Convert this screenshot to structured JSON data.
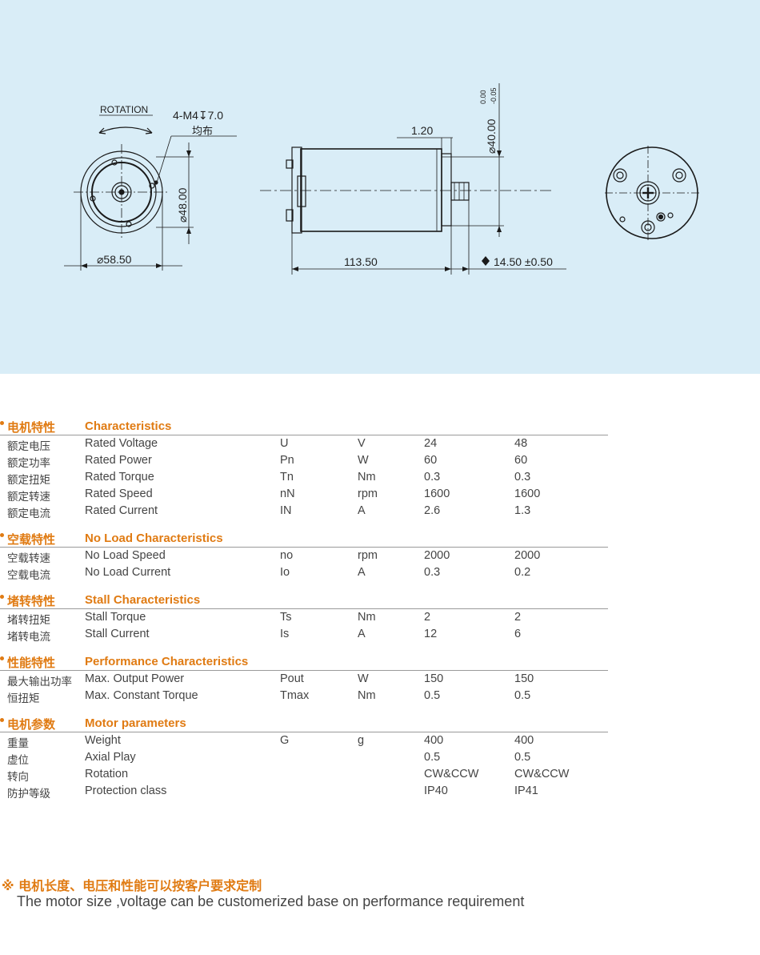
{
  "drawing": {
    "rotation_label": "ROTATION",
    "hole_spec": "4-M4↧7.0",
    "hole_note": "均布",
    "dia_flange": "⌀58.50",
    "dia_pcd": "⌀48.00",
    "dim_step": "1.20",
    "dim_shaft_dia": "⌀40.00",
    "tol_upper": "0.00",
    "tol_lower": "-0.05",
    "dim_length": "113.50",
    "dim_shaft_len": "14.50 ±0.50"
  },
  "sections": [
    {
      "cn": "电机特性",
      "en": "Characteristics",
      "rows": [
        {
          "cn": "额定电压",
          "en": "Rated Voltage",
          "sym": "U",
          "unit": "V",
          "v1": "24",
          "v2": "48"
        },
        {
          "cn": "额定功率",
          "en": "Rated Power",
          "sym": "Pn",
          "unit": "W",
          "v1": "60",
          "v2": "60"
        },
        {
          "cn": "额定扭矩",
          "en": "Rated Torque",
          "sym": "Tn",
          "unit": "Nm",
          "v1": "0.3",
          "v2": "0.3"
        },
        {
          "cn": "额定转速",
          "en": "Rated Speed",
          "sym": "nN",
          "unit": "rpm",
          "v1": "1600",
          "v2": "1600"
        },
        {
          "cn": "额定电流",
          "en": "Rated Current",
          "sym": "IN",
          "unit": "A",
          "v1": "2.6",
          "v2": "1.3"
        }
      ]
    },
    {
      "cn": "空载特性",
      "en": "No Load Characteristics",
      "rows": [
        {
          "cn": "空载转速",
          "en": "No Load Speed",
          "sym": "no",
          "unit": "rpm",
          "v1": "2000",
          "v2": "2000"
        },
        {
          "cn": "空载电流",
          "en": "No Load Current",
          "sym": "Io",
          "unit": "A",
          "v1": "0.3",
          "v2": "0.2"
        }
      ]
    },
    {
      "cn": "堵转特性",
      "en": "Stall Characteristics",
      "rows": [
        {
          "cn": "堵转扭矩",
          "en": "Stall Torque",
          "sym": "Ts",
          "unit": "Nm",
          "v1": "2",
          "v2": "2"
        },
        {
          "cn": "堵转电流",
          "en": "Stall Current",
          "sym": "Is",
          "unit": "A",
          "v1": "12",
          "v2": "6"
        }
      ]
    },
    {
      "cn": "性能特性",
      "en": "Performance Characteristics",
      "rows": [
        {
          "cn": "最大输出功率",
          "en": "Max. Output Power",
          "sym": "Pout",
          "unit": "W",
          "v1": "150",
          "v2": "150"
        },
        {
          "cn": "恒扭矩",
          "en": "Max. Constant Torque",
          "sym": "Tmax",
          "unit": "Nm",
          "v1": "0.5",
          "v2": "0.5"
        }
      ]
    },
    {
      "cn": "电机参数",
      "en": "Motor parameters",
      "rows": [
        {
          "cn": "重量",
          "en": "Weight",
          "sym": "G",
          "unit": "g",
          "v1": "400",
          "v2": "400"
        },
        {
          "cn": "虚位",
          "en": "Axial Play",
          "sym": "",
          "unit": "",
          "v1": "0.5",
          "v2": "0.5"
        },
        {
          "cn": "转向",
          "en": "Rotation",
          "sym": "",
          "unit": "",
          "v1": "CW&CCW",
          "v2": "CW&CCW"
        },
        {
          "cn": "防护等级",
          "en": "Protection class",
          "sym": "",
          "unit": "",
          "v1": "IP40",
          "v2": "IP41"
        }
      ]
    }
  ],
  "note": {
    "cn": "※ 电机长度、电压和性能可以按客户要求定制",
    "en": "The motor size ,voltage can be customerized base on performance requirement"
  }
}
